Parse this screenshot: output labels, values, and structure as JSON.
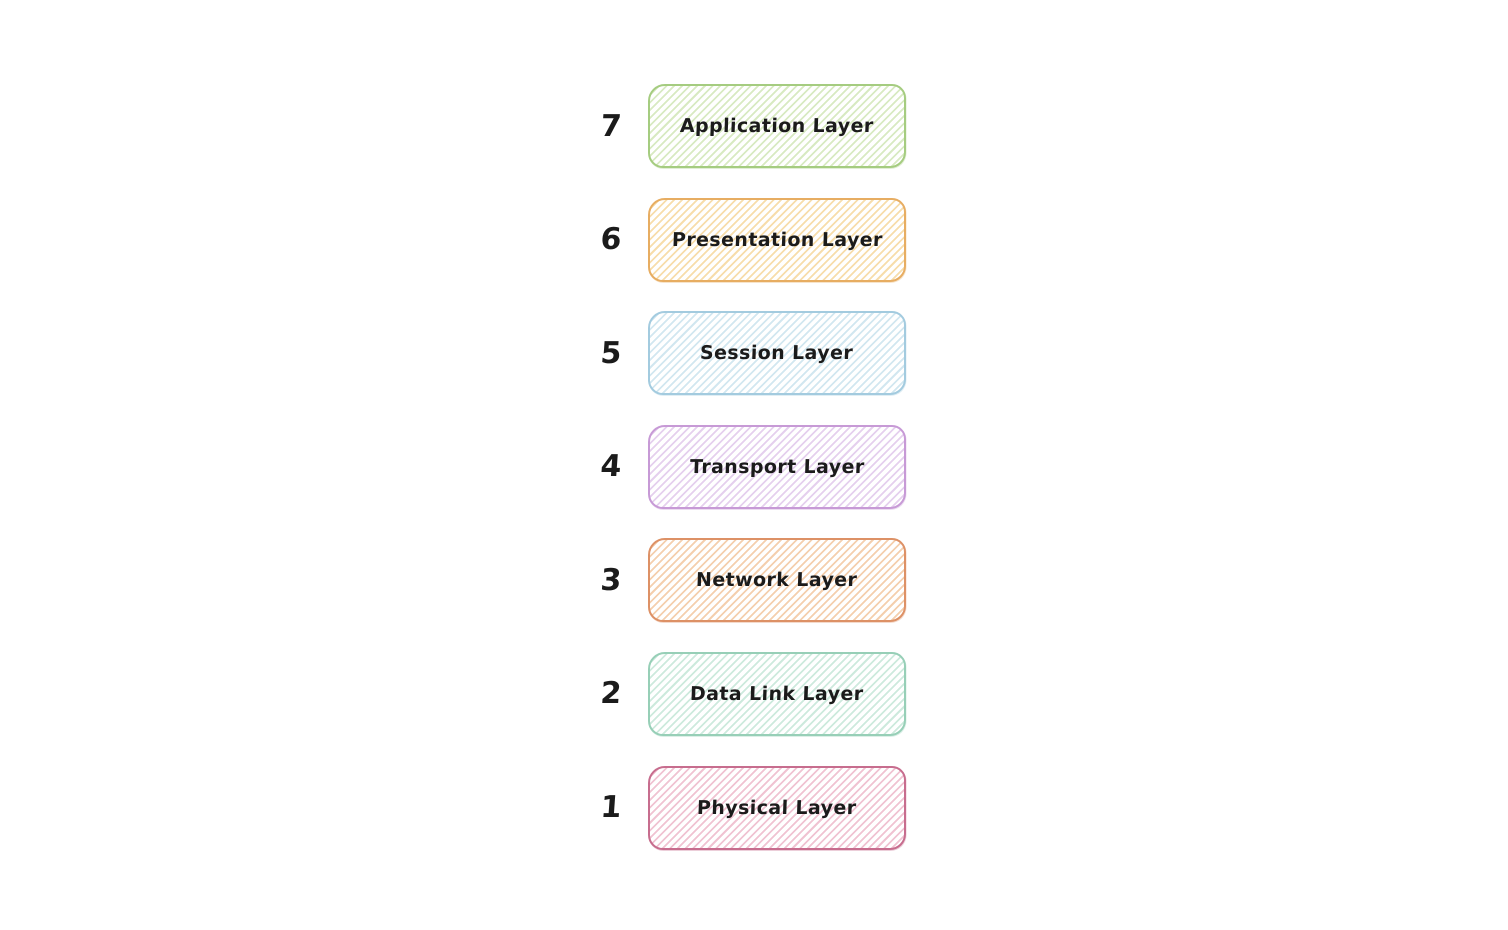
{
  "canvas": {
    "background": "#ffffff",
    "text_color": "#1b1b1b"
  },
  "osi_layers": [
    {
      "number": "7",
      "label": "Application Layer",
      "stroke": "#a5cc80",
      "hatch": "#d8eac2"
    },
    {
      "number": "6",
      "label": "Presentation Layer",
      "stroke": "#e7ad62",
      "hatch": "#f7ddab"
    },
    {
      "number": "5",
      "label": "Session Layer",
      "stroke": "#a3cbdf",
      "hatch": "#d2e7f0"
    },
    {
      "number": "4",
      "label": "Transport Layer",
      "stroke": "#c79ad6",
      "hatch": "#e5d0ee"
    },
    {
      "number": "3",
      "label": "Network Layer",
      "stroke": "#dd9166",
      "hatch": "#f4cfae"
    },
    {
      "number": "2",
      "label": "Data Link Layer",
      "stroke": "#97cfb7",
      "hatch": "#cdeadd"
    },
    {
      "number": "1",
      "label": "Physical Layer",
      "stroke": "#c76d8e",
      "hatch": "#f0c3d2"
    }
  ]
}
